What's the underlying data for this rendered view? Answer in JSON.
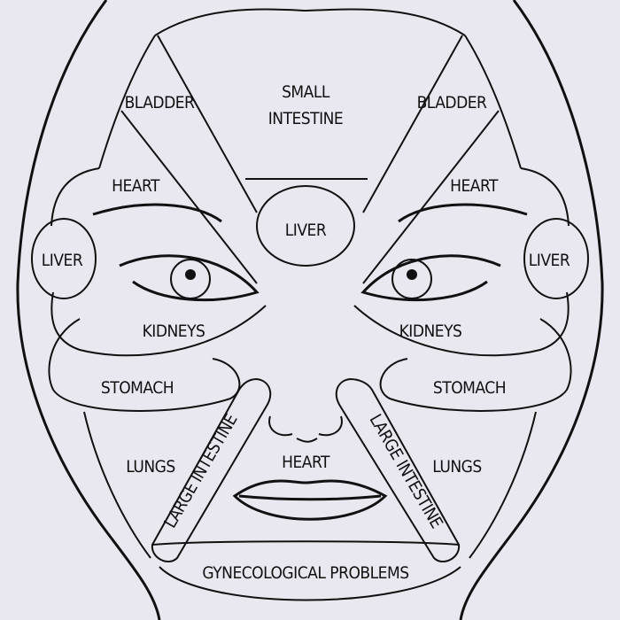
{
  "labels": {
    "small_intestine_1": "SMALL",
    "small_intestine_2": "INTESTINE",
    "bladder_left": "BLADDER",
    "bladder_right": "BLADDER",
    "heart_left": "HEART",
    "heart_right": "HEART",
    "liver_center": "LIVER",
    "liver_left": "LIVER",
    "liver_right": "LIVER",
    "kidneys_left": "KIDNEYS",
    "kidneys_right": "KIDNEYS",
    "stomach_left": "STOMACH",
    "stomach_right": "STOMACH",
    "lungs_left": "LUNGS",
    "lungs_right": "LUNGS",
    "heart_lip": "HEART",
    "large_intestine_left": "LARGE INTESTINE",
    "large_intestine_right": "LARGE INTESTINE",
    "gynecological": "GYNECOLOGICAL PROBLEMS"
  },
  "colors": {
    "background": "#e9e7ef",
    "ink": "#111111"
  }
}
